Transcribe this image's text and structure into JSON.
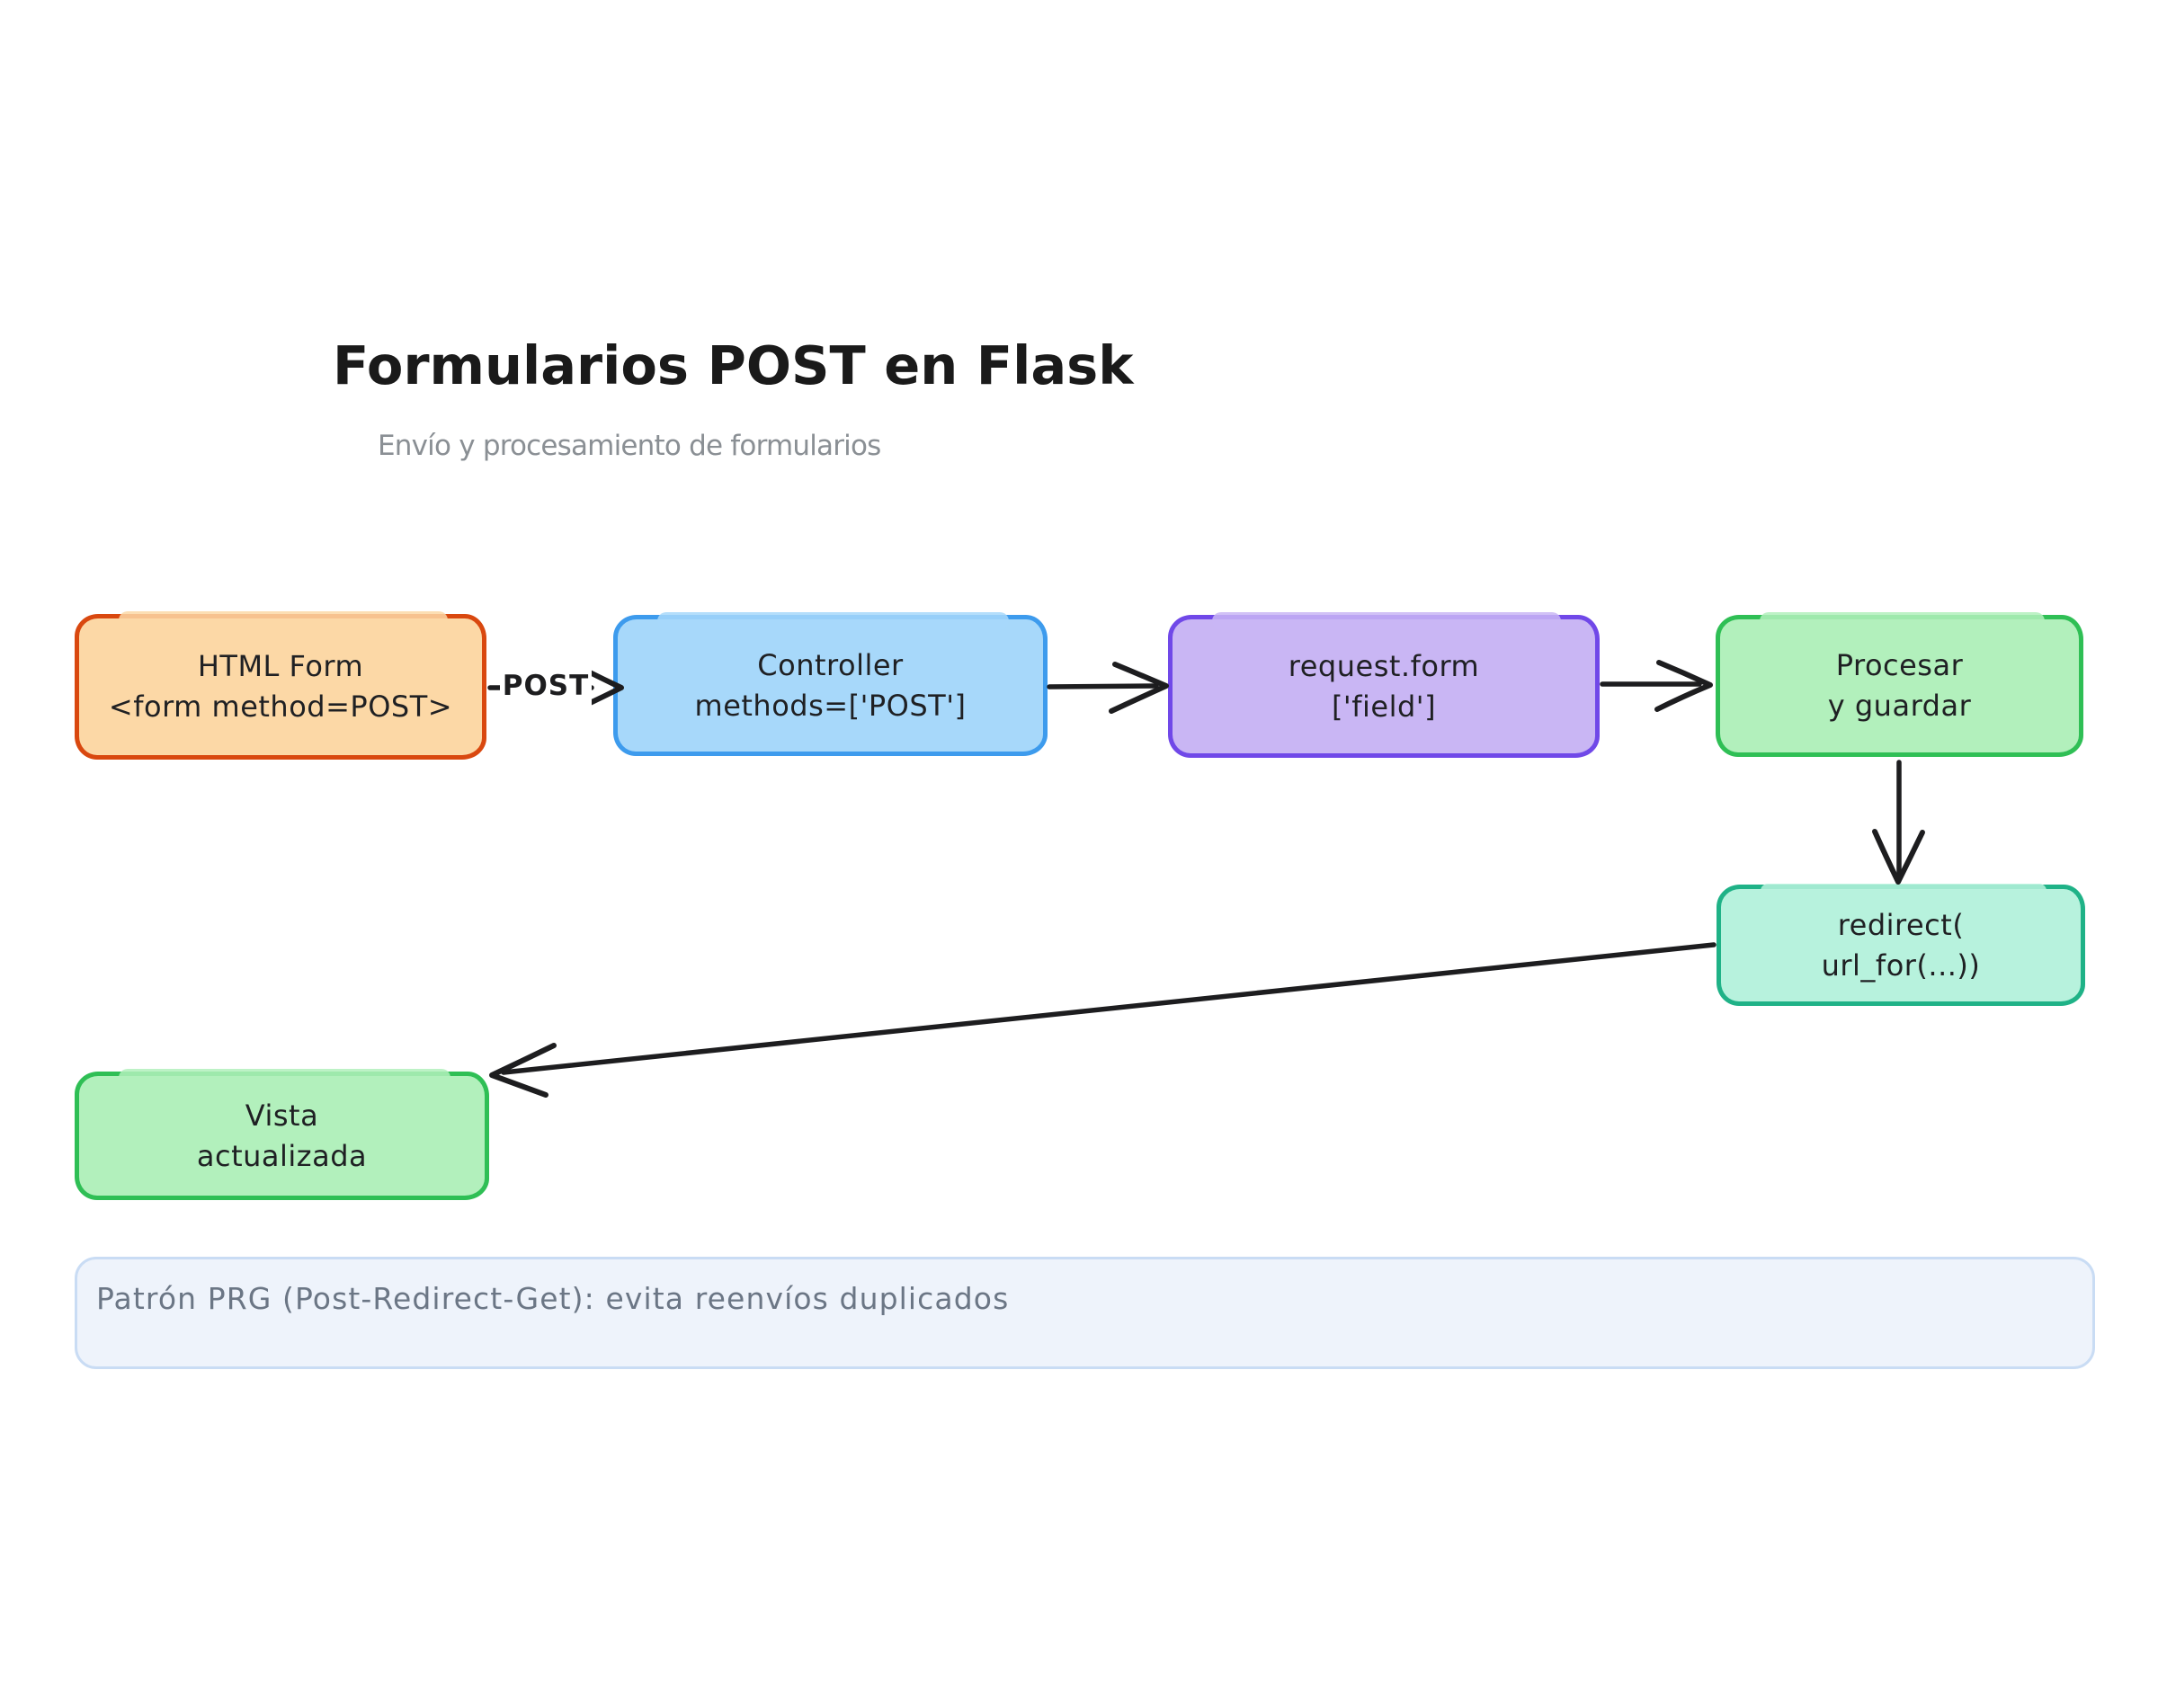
{
  "header": {
    "title": "Formularios POST en Flask",
    "subtitle": "Envío y procesamiento de formularios"
  },
  "nodes": {
    "html_form": {
      "line1": "HTML Form",
      "line2": "<form method=POST>"
    },
    "controller": {
      "line1": "Controller",
      "line2": "methods=['POST']"
    },
    "request_form": {
      "line1": "request.form",
      "line2": "['field']"
    },
    "procesar": {
      "line1": "Procesar",
      "line2": "y guardar"
    },
    "redirect": {
      "line1": "redirect(",
      "line2": "url_for(...))"
    },
    "vista": {
      "line1": "Vista",
      "line2": "actualizada"
    }
  },
  "edge_labels": {
    "post": "POST"
  },
  "note": {
    "text": "Patrón PRG (Post-Redirect-Get): evita reenvíos duplicados"
  },
  "colors": {
    "canvas": "#ffffff",
    "ink": "#1d1d1f",
    "title": "#1a1a1a",
    "subtitle": "#8a8f94",
    "node_text": "#1f2023",
    "html_form_fill": "#fcd8a6",
    "html_form_stroke": "#d9480f",
    "controller_fill": "#a7d8fa",
    "controller_stroke": "#3d9bed",
    "request_form_fill": "#c9b6f4",
    "request_form_stroke": "#7048e8",
    "procesar_fill": "#b2f0bc",
    "procesar_stroke": "#2fbf55",
    "redirect_fill": "#b7f2dd",
    "redirect_stroke": "#1fb287",
    "vista_fill": "#b2f0bc",
    "vista_stroke": "#2fbf55",
    "note_fill": "#eef3fb",
    "note_stroke": "#c9dcf4",
    "note_text": "#6b7685"
  }
}
